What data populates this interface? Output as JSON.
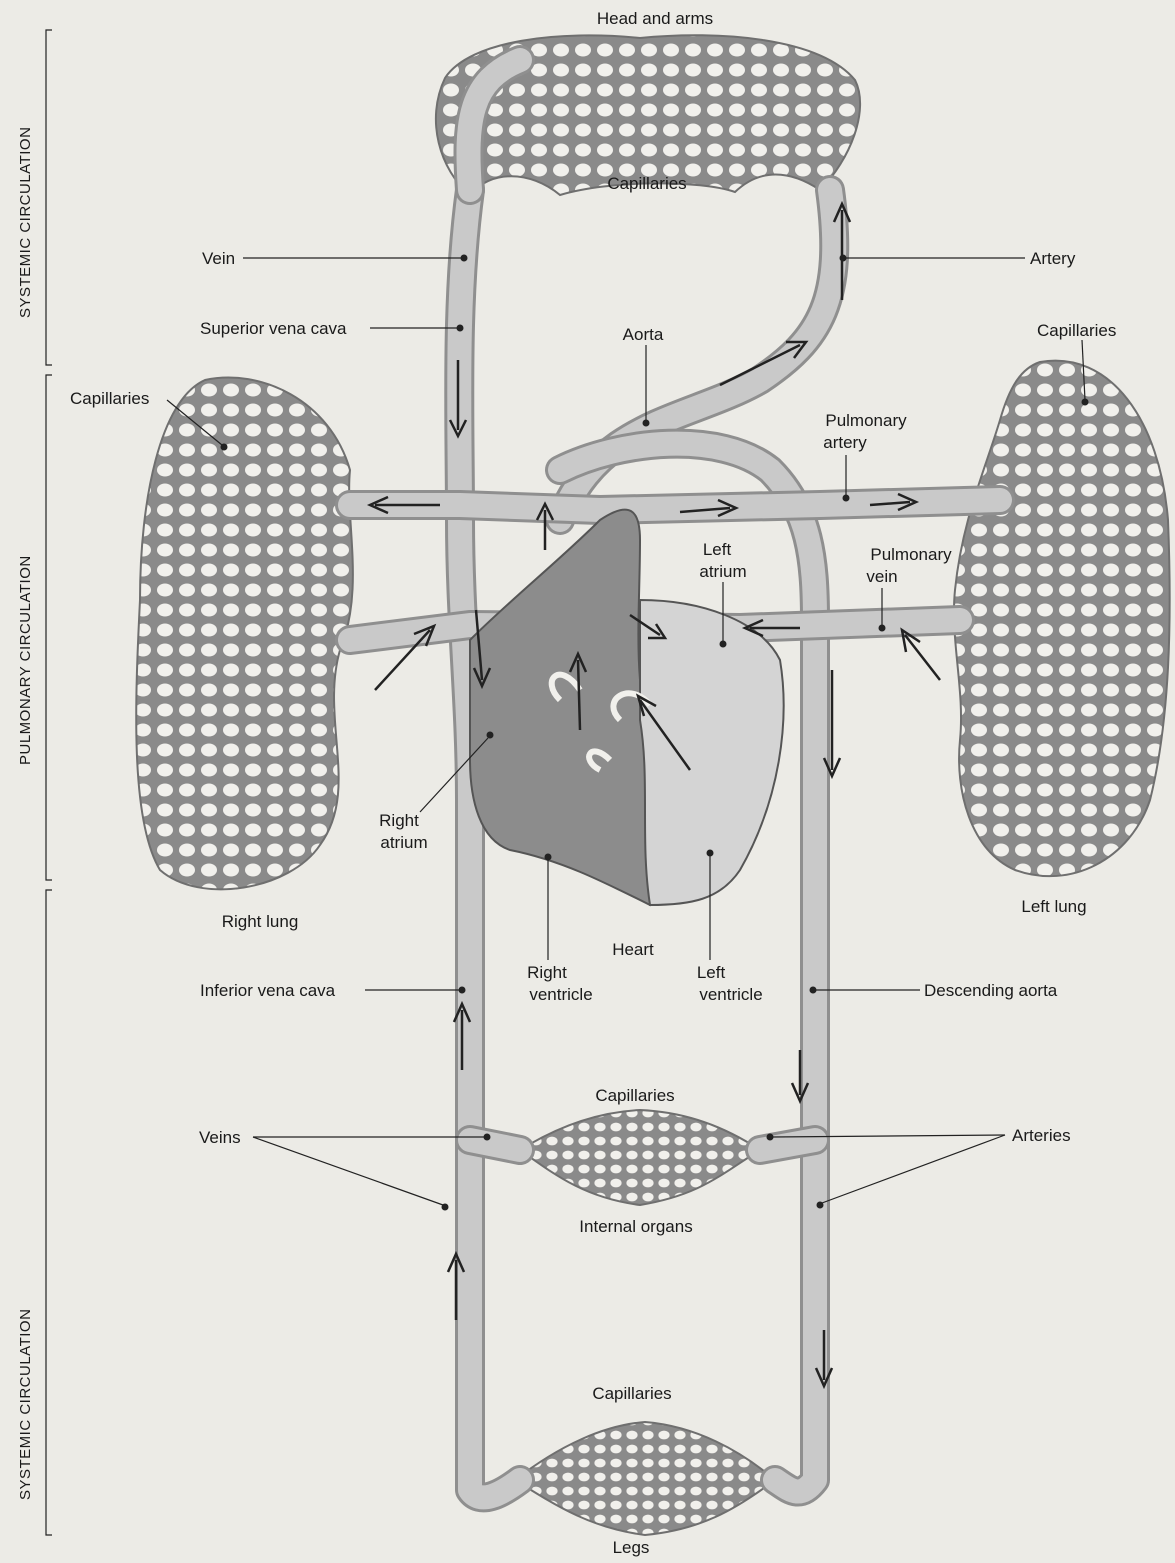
{
  "title": "",
  "side_labels": {
    "systemic_top": "SYSTEMIC CIRCULATION",
    "pulmonary": "PULMONARY CIRCULATION",
    "systemic_bottom": "SYSTEMIC CIRCULATION"
  },
  "labels": {
    "head_and_arms": "Head and arms",
    "capillaries_top": "Capillaries",
    "vein": "Vein",
    "artery": "Artery",
    "superior_vena_cava": "Superior vena cava",
    "aorta": "Aorta",
    "capillaries_right_lung": "Capillaries",
    "capillaries_left_lung": "Capillaries",
    "pulmonary_artery_1": "Pulmonary",
    "pulmonary_artery_2": "artery",
    "left_atrium_1": "Left",
    "left_atrium_2": "atrium",
    "pulmonary_vein_1": "Pulmonary",
    "pulmonary_vein_2": "vein",
    "right_atrium_1": "Right",
    "right_atrium_2": "atrium",
    "right_lung": "Right lung",
    "left_lung": "Left lung",
    "heart": "Heart",
    "right_ventricle_1": "Right",
    "right_ventricle_2": "ventricle",
    "left_ventricle_1": "Left",
    "left_ventricle_2": "ventricle",
    "inferior_vena_cava": "Inferior vena cava",
    "descending_aorta": "Descending aorta",
    "capillaries_internal": "Capillaries",
    "veins": "Veins",
    "arteries": "Arteries",
    "internal_organs": "Internal organs",
    "capillaries_legs": "Capillaries",
    "legs": "Legs"
  },
  "colors": {
    "background": "#ecebe6",
    "vessel_outline": "#8f8f8f",
    "vessel_fill": "#c9c9c9",
    "heart_fill": "#8c8c8c",
    "text": "#1a1a1a"
  }
}
